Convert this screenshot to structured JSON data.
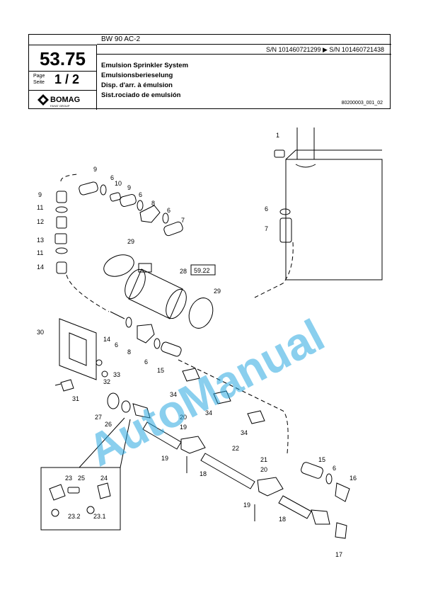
{
  "header": {
    "section_number": "53.75",
    "model": "BW 90 AC-2",
    "serial_range": "S/N 101460721299  ▶  S/N 101460721438",
    "page_label_en": "Page",
    "page_label_de": "Seite",
    "page_value": "1  /  2",
    "brand": "BOMAG",
    "brand_sub": "FAYAT GROUP",
    "titles": [
      "Emulsion Sprinkler System",
      "Emulsionsberieselung",
      "Disp. d'arr. à émulsion",
      "Sist.rociado de emulsión"
    ],
    "drawing_number": "80200003_001_02"
  },
  "diagram": {
    "callouts": [
      "1",
      "6",
      "7",
      "9",
      "10",
      "8",
      "11",
      "12",
      "13",
      "14",
      "28",
      "29",
      "30",
      "31",
      "32",
      "33",
      "15",
      "34",
      "27",
      "26",
      "20",
      "19",
      "22",
      "18",
      "21",
      "16",
      "17",
      "23",
      "25",
      "24",
      "23.2",
      "23.1"
    ],
    "reference_box": "59.22",
    "watermark": "AutoManual"
  }
}
